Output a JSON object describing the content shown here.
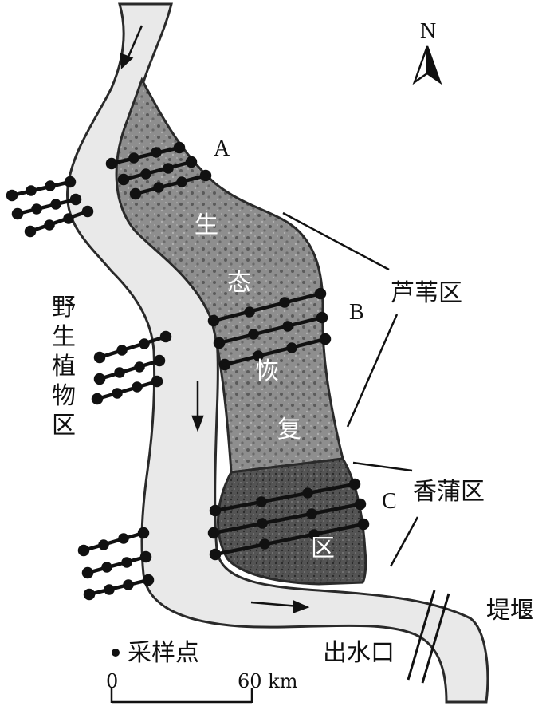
{
  "north_label": "N",
  "labels": {
    "A": "A",
    "B": "B",
    "C": "C"
  },
  "region_labels": {
    "reed": "芦苇区",
    "cattail": "香蒲区",
    "wildlife": [
      "野",
      "生",
      "植",
      "物",
      "区"
    ],
    "restoration": [
      "生",
      "态",
      "恢",
      "复",
      "区"
    ],
    "dam": "堤堰",
    "outlet": "出水口"
  },
  "legend": {
    "sample_point": "采样点"
  },
  "scale_bar": {
    "start": "0",
    "end": "60 km"
  },
  "colors": {
    "river": "#e9e9e9",
    "reed_area": "#8c8c8c",
    "cattail_area": "#4f4f4f",
    "outline": "#222222",
    "transect": "#111111"
  }
}
